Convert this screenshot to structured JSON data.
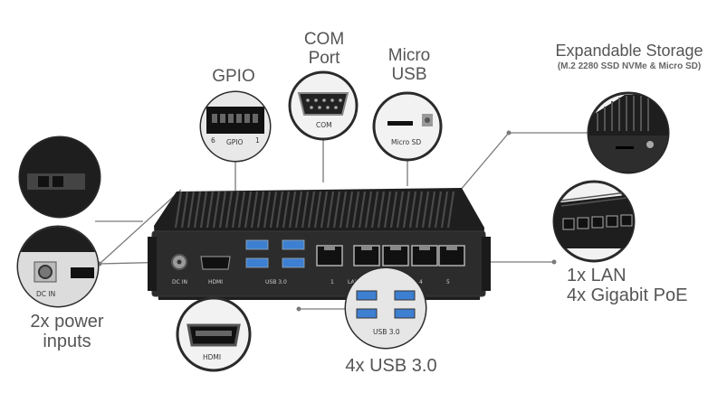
{
  "callouts": {
    "gpio": "GPIO",
    "com_port": "COM\nPort",
    "micro_usb": "Micro\nUSB",
    "expandable_storage": "Expandable Storage",
    "expandable_storage_sub": "(M.2 2280 SSD NVMe & Micro SD)",
    "lan": "1x LAN\n4x Gigabit PoE",
    "power_inputs": "2x power\ninputs",
    "usb": "4x USB 3.0"
  },
  "port_labels": {
    "dc_in": "DC IN",
    "hdmi": "HDMI",
    "usb": "USB 3.0",
    "lan_1": "1",
    "lan": "LAN",
    "lan_4": "4",
    "lan_5": "5"
  },
  "detail_labels": {
    "gpio": "GPIO",
    "gpio_left": "6",
    "gpio_right": "1",
    "com": "COM",
    "micro_sd": "Micro SD",
    "usb": "USB 3.0",
    "hdmi": "HDMI",
    "dc_in": "DC IN"
  },
  "colors": {
    "line": "#7a7a7a",
    "device": "#2b2b2b",
    "usb_blue": "#3d7fd1",
    "text": "#555555"
  }
}
